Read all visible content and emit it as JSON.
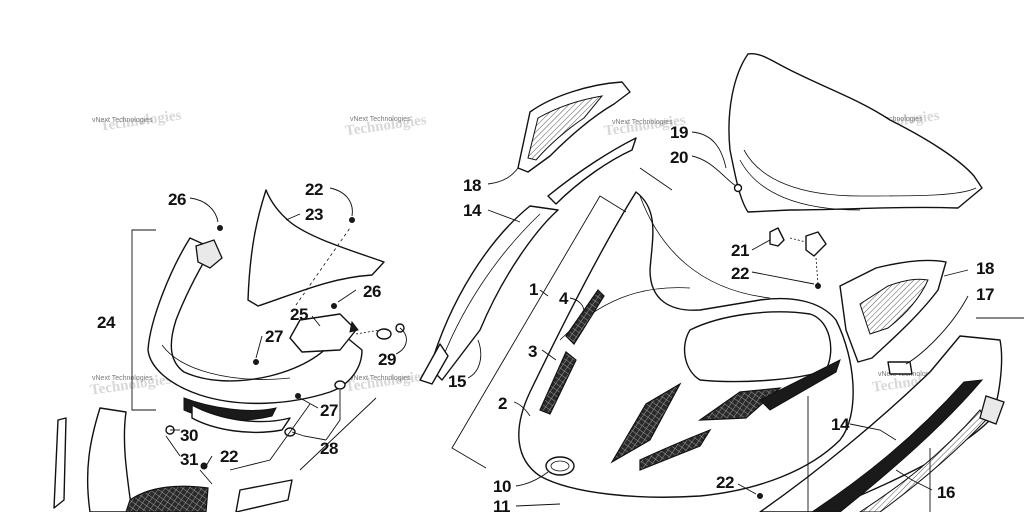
{
  "watermark": {
    "text": "vNext Technologies"
  },
  "callouts": {
    "c1": "1",
    "c2": "2",
    "c3": "3",
    "c4": "4",
    "c10": "10",
    "c11": "11",
    "c14a": "14",
    "c14b": "14",
    "c15": "15",
    "c16": "16",
    "c17": "17",
    "c18a": "18",
    "c18b": "18",
    "c19": "19",
    "c20": "20",
    "c21": "21",
    "c22a": "22",
    "c22b": "22",
    "c22c": "22",
    "c22d": "22",
    "c23": "23",
    "c24": "24",
    "c25": "25",
    "c26a": "26",
    "c26b": "26",
    "c27a": "27",
    "c27b": "27",
    "c28": "28",
    "c29": "29",
    "c30": "30",
    "c31": "31"
  }
}
